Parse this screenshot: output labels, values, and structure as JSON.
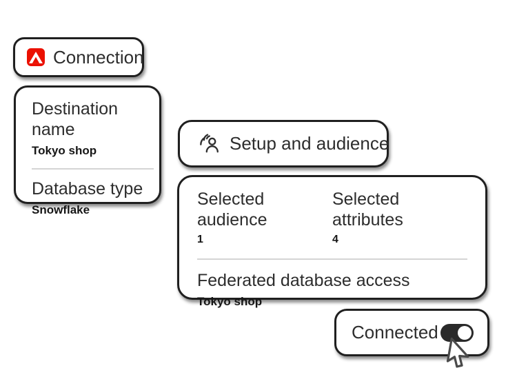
{
  "colors": {
    "accent_red": "#EB1000",
    "border_dark": "#1f1f1f",
    "text_dark": "#2d2d2d",
    "value_dark": "#161616",
    "divider_gray": "#d4d4d4",
    "toggle_on_bg": "#2a2a2a"
  },
  "connection_card": {
    "icon": "adobe-logo",
    "label": "Connection"
  },
  "destination_card": {
    "fields": [
      {
        "label": "Destination name",
        "value": "Tokyo shop"
      },
      {
        "label": "Database type",
        "value": "Snowflake"
      }
    ]
  },
  "setup_card": {
    "icon": "audience-icon",
    "label": "Setup and audience"
  },
  "details_card": {
    "stats": [
      {
        "label": "Selected audience",
        "value": "1"
      },
      {
        "label": "Selected attributes",
        "value": "4"
      }
    ],
    "federated": {
      "label": "Federated database access",
      "value": "Tokyo shop"
    }
  },
  "connected_card": {
    "label": "Connected",
    "toggle_state": "on"
  },
  "cursor": {
    "icon": "mouse-pointer-icon"
  }
}
